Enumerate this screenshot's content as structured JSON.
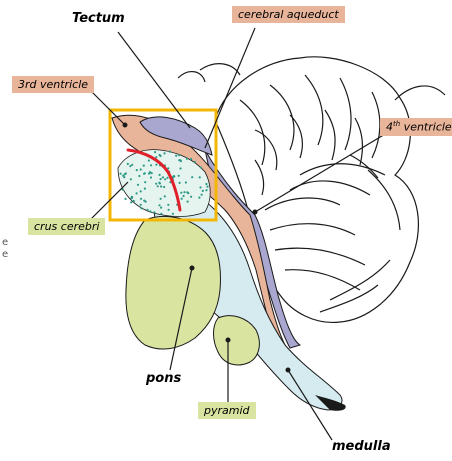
{
  "labels": {
    "tectum": "Tectum",
    "cerebral_aqueduct": "cerebral aqueduct",
    "third_ventricle": "3rd ventricle",
    "fourth_ventricle_prefix": "4",
    "fourth_ventricle_sup": "th",
    "fourth_ventricle_suffix": " ventricle",
    "crus_cerebri": "crus cerebri",
    "pons": "pons",
    "pyramid": "pyramid",
    "medulla": "medulla",
    "cut_off_left_1": "e",
    "cut_off_left_2": "e"
  },
  "colors": {
    "salmon": "#e8b49a",
    "green": "#d9e4a0",
    "light_blue": "#d5ebef",
    "purple": "#a9a6cf",
    "dots": "#2d9a86",
    "red_line": "#e0202a",
    "highlight_box": "#f2b705",
    "outline": "#1a1a1a"
  }
}
